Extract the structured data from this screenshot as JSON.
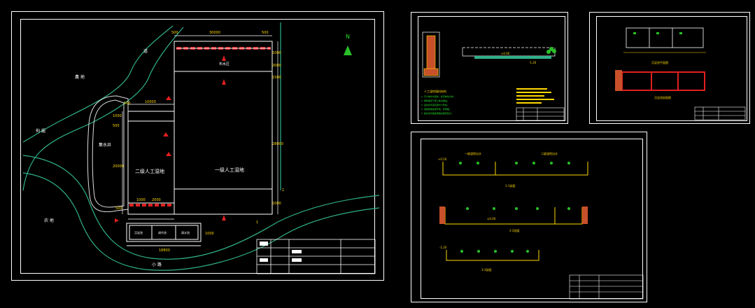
{
  "app": {
    "title": "CAD Drawing Viewer",
    "background": "#000000"
  },
  "colors": {
    "frame": "#ffffff",
    "wall": "#ffd800",
    "dimension": "#ffffff",
    "terrain": "#2fb08a",
    "arrow": "#e02020",
    "plant": "#28c028",
    "brick": "#c8502a"
  },
  "sheet1": {
    "compass": "N",
    "labels": {
      "field_top": "農  地",
      "field_left": "佝 堀",
      "field_bottom": "农 地",
      "road_top": "道",
      "road_bottom": "小 路",
      "tank": "集水井",
      "wetland1": "一级人工湿地",
      "wetland2": "二级人工湿地",
      "inlet_zone": "布水区"
    },
    "dims": {
      "top_len": "30000",
      "top_edge_l": "500",
      "top_edge_r": "500",
      "right_1": "1000",
      "right_2": "2000",
      "right_3": "1500",
      "right_total": "28000",
      "right_4": "1000",
      "mid_width": "10000",
      "left_500a": "500",
      "left_1000": "1000",
      "left_500b": "500",
      "left_long": "20000",
      "bottom_a": "1000",
      "bottom_b": "2000",
      "bottom_c": "500",
      "bottom_total": "18800",
      "box_height": "1000",
      "side_1": "1",
      "side_2": "1"
    },
    "box_cells": [
      "沉淀池",
      "调节池",
      "清水池"
    ]
  },
  "sheet2": {
    "heading": "人工湿地填料结构",
    "notes": [
      "1. 尺寸单位为毫米，标高单位为米。",
      "2. 填料层自下而上依次铺设。",
      "3. 进出水管道采用PVC管材。",
      "4. 湿地植物选用芦苇、菖蒲等。",
      "5. 其余未尽事宜按相关规范执行。"
    ],
    "dim_a": "±0.00",
    "dim_b": "-1.20"
  },
  "sheet3": {
    "caption_top": "沉淀池平面图",
    "caption_bottom": "沉淀池剖面图"
  },
  "sheet4": {
    "sec1": "1-1剖面",
    "sec2": "2-2剖面",
    "sec3": "3-3剖面",
    "sec1_tag_left": "一级湿地出水",
    "sec1_tag_right": "二级湿地出水",
    "elev_a": "+0.50",
    "elev_b": "±0.00",
    "elev_c": "-1.20"
  }
}
